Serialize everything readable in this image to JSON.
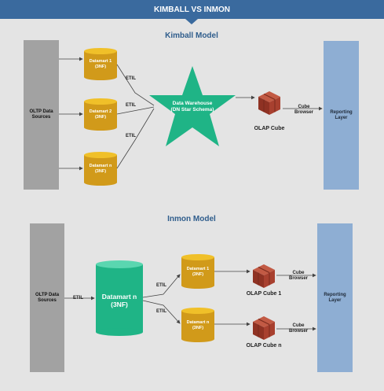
{
  "header": {
    "title": "KIMBALL VS INMON"
  },
  "kimball": {
    "title": "Kimball Model",
    "source": "OLTP Data Sources",
    "datamarts": [
      "Datamart 1 (3NF)",
      "Datamart 2 (3NF)",
      "Datamart n (3NF)"
    ],
    "etl_labels": [
      "ETIL",
      "ETIL",
      "ETIL"
    ],
    "warehouse": "Data Warehouse (DN Star Schema)",
    "cube": "OLAP Cube",
    "browser": "Cube Browser",
    "reporting": "Reporting Layer"
  },
  "inmon": {
    "title": "Inmon Model",
    "source": "OLTP Data Sources",
    "etl_main": "ETIL",
    "central": "Datamart n (3NF)",
    "etl_labels": [
      "ETIL",
      "ETIL"
    ],
    "datamarts": [
      "Datamart 1 (3NF)",
      "Datamart n (3NF)"
    ],
    "cubes": [
      "OLAP Cube 1",
      "OLAP Cube n"
    ],
    "browsers": [
      "Cube Browser",
      "Cube Browser"
    ],
    "reporting": "Reporting Layer"
  },
  "colors": {
    "header": "#3a6a9e",
    "gray_box": "#a2a2a2",
    "blue_box": "#8eaed3",
    "cylinder": "#d19a1a",
    "cylinder_top": "#f0c029",
    "green": "#1fb486",
    "cube": "#a23a2a"
  }
}
